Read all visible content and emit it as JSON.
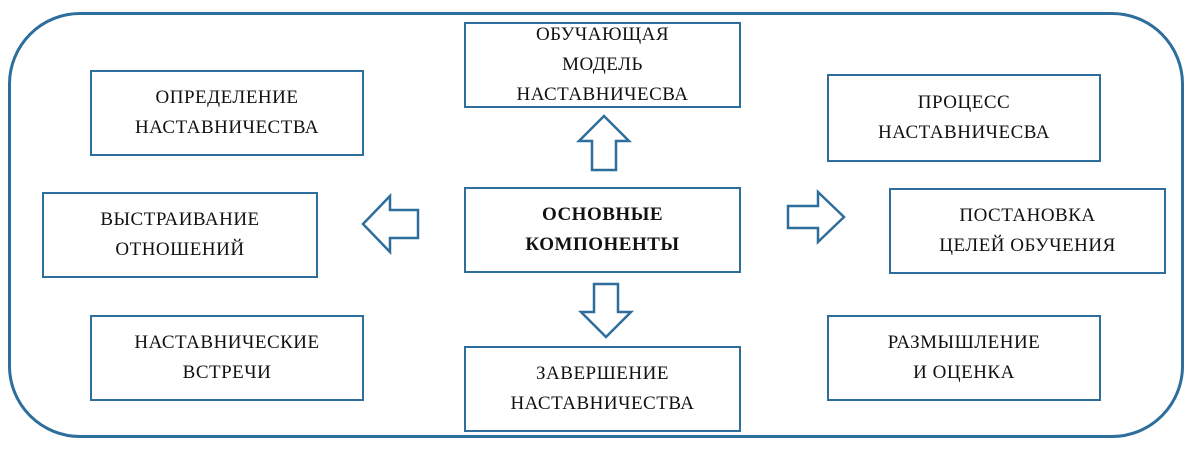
{
  "diagram": {
    "center": "ОСНОВНЫЕ\nКОМПОНЕНТЫ",
    "top": "ОБУЧАЮЩАЯ\nМОДЕЛЬ\nНАСТАВНИЧЕСВА",
    "bottom": "ЗАВЕРШЕНИЕ\nНАСТАВНИЧЕСТВА",
    "left_top": "ОПРЕДЕЛЕНИЕ\nНАСТАВНИЧЕСТВА",
    "left_middle": "ВЫСТРАИВАНИЕ\nОТНОШЕНИЙ",
    "left_bottom": "НАСТАВНИЧЕСКИЕ\nВСТРЕЧИ",
    "right_top": "ПРОЦЕСС\nНАСТАВНИЧЕСВА",
    "right_middle": "ПОСТАНОВКА\nЦЕЛЕЙ ОБУЧЕНИЯ",
    "right_bottom": "РАЗМЫШЛЕНИЕ\nИ ОЦЕНКА"
  },
  "colors": {
    "accent": "#2d6e9c"
  }
}
